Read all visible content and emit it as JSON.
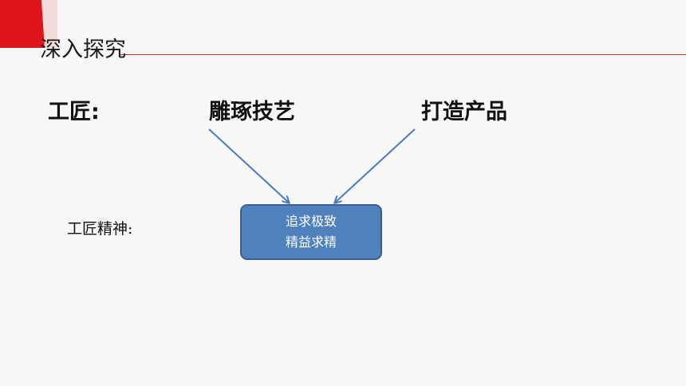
{
  "slide": {
    "title": "深入探究",
    "row_label": "工匠:",
    "item_left": "雕琢技艺",
    "item_right": "打造产品",
    "spirit_label": "工匠精神:",
    "box_line1": "追求极致",
    "box_line2": "精益求精"
  },
  "colors": {
    "accent_red": "#e0151b",
    "box_fill": "#4f81bd",
    "arrow": "#4a7cc0"
  }
}
